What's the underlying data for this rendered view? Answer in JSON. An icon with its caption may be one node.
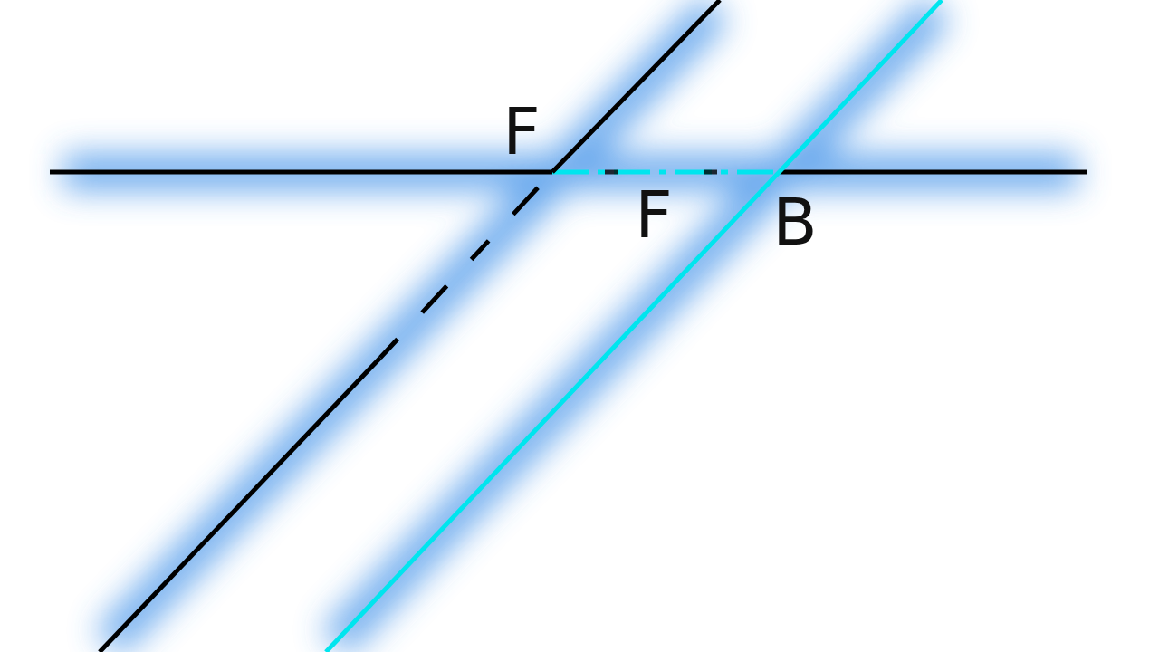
{
  "diagram": {
    "labels": [
      "F",
      "F",
      "B"
    ]
  }
}
